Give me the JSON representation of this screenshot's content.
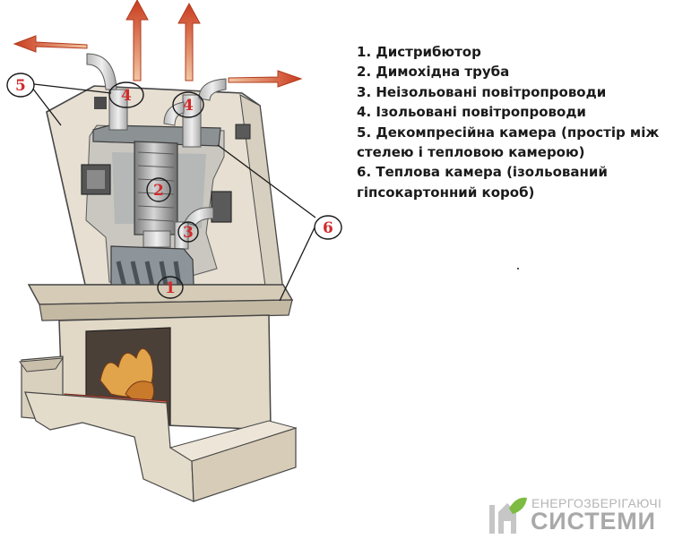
{
  "legend": {
    "items": [
      {
        "num": "1",
        "text": "Дистрибютор"
      },
      {
        "num": "2",
        "text": "Димохідна труба"
      },
      {
        "num": "3",
        "text": "Неізольовані повітропроводи"
      },
      {
        "num": "4",
        "text": "Ізольовані повітропроводи"
      },
      {
        "num": "5",
        "text": "Декомпресійна камера (простір між стелею і тепловою камерою)"
      },
      {
        "num": "6",
        "text": "Теплова камера (ізольований гіпсокартонний короб)"
      }
    ]
  },
  "diagram": {
    "callouts": [
      "1",
      "2",
      "3",
      "4",
      "4",
      "5",
      "6"
    ]
  },
  "logo": {
    "line1": "ЕНЕРГОЗБЕРІГАЮЧІ",
    "line2": "СИСТЕМИ"
  },
  "colors": {
    "callout": "#d22a2a",
    "arrow": "#d8542a",
    "stucco": "#e6dfd2",
    "logo_green": "#7dbb42"
  }
}
